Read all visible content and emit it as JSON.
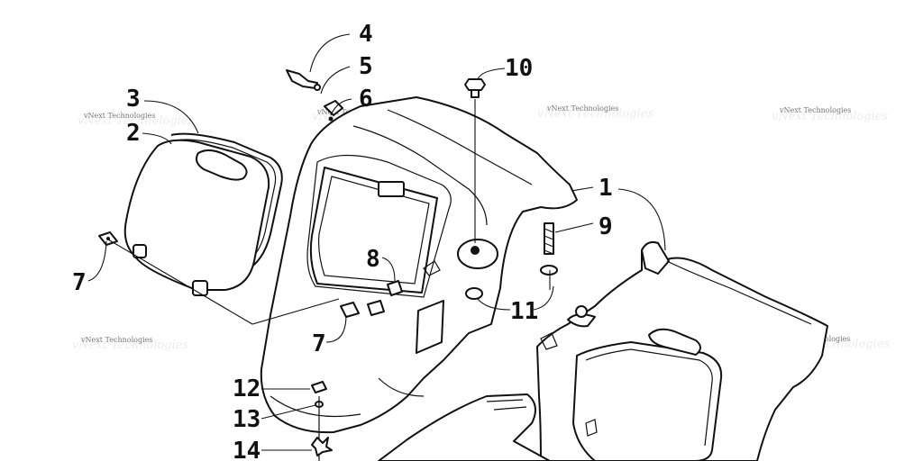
{
  "callouts": [
    {
      "id": "c1",
      "label": "1"
    },
    {
      "id": "c2",
      "label": "2"
    },
    {
      "id": "c3",
      "label": "3"
    },
    {
      "id": "c4",
      "label": "4"
    },
    {
      "id": "c5",
      "label": "5"
    },
    {
      "id": "c6",
      "label": "6"
    },
    {
      "id": "c7a",
      "label": "7"
    },
    {
      "id": "c7b",
      "label": "7"
    },
    {
      "id": "c8",
      "label": "8"
    },
    {
      "id": "c9",
      "label": "9"
    },
    {
      "id": "c10",
      "label": "10"
    },
    {
      "id": "c11",
      "label": "11"
    },
    {
      "id": "c12",
      "label": "12"
    },
    {
      "id": "c13",
      "label": "13"
    },
    {
      "id": "c14",
      "label": "14"
    }
  ],
  "watermark": {
    "text": "vNext Technologies"
  }
}
